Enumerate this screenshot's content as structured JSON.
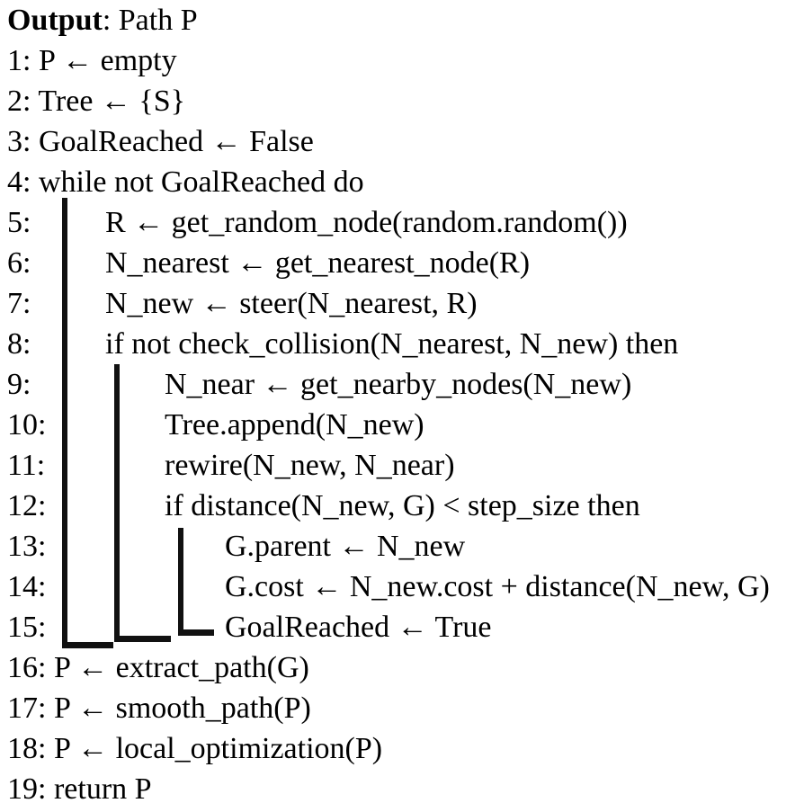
{
  "algorithm": {
    "background_color": "#ffffff",
    "text_color": "#000000",
    "guide_line_color": "#111111",
    "output_label": "Output",
    "output_rest": ": Path P",
    "lines": [
      {
        "num": "1:",
        "text": "P ← empty",
        "indent": 0
      },
      {
        "num": "2:",
        "text": "Tree ← {S}",
        "indent": 0
      },
      {
        "num": "3:",
        "text": "GoalReached ← False",
        "indent": 0
      },
      {
        "num": "4:",
        "text": "while not GoalReached do",
        "indent": 0
      },
      {
        "num": "5:",
        "text": "R ← get_random_node(random.random())",
        "indent": 1
      },
      {
        "num": "6:",
        "text": "N_nearest ← get_nearest_node(R)",
        "indent": 1
      },
      {
        "num": "7:",
        "text": "N_new ← steer(N_nearest, R)",
        "indent": 1
      },
      {
        "num": "8:",
        "text": "if not check_collision(N_nearest, N_new) then",
        "indent": 1
      },
      {
        "num": "9:",
        "text": "N_near ← get_nearby_nodes(N_new)",
        "indent": 2
      },
      {
        "num": "10:",
        "text": "Tree.append(N_new)",
        "indent": 2
      },
      {
        "num": "11:",
        "text": "rewire(N_new, N_near)",
        "indent": 2
      },
      {
        "num": "12:",
        "text": "if distance(N_new, G) < step_size then",
        "indent": 2
      },
      {
        "num": "13:",
        "text": "G.parent ← N_new",
        "indent": 3
      },
      {
        "num": "14:",
        "text": "G.cost ← N_new.cost + distance(N_new, G)",
        "indent": 3
      },
      {
        "num": "15:",
        "text": "GoalReached ← True",
        "indent": 3
      },
      {
        "num": "16:",
        "text": "P ← extract_path(G)",
        "indent": 0
      },
      {
        "num": "17:",
        "text": "P ← smooth_path(P)",
        "indent": 0
      },
      {
        "num": "18:",
        "text": "P ← local_optimization(P)",
        "indent": 0
      },
      {
        "num": "19:",
        "text": "return P",
        "indent": 0
      }
    ]
  }
}
